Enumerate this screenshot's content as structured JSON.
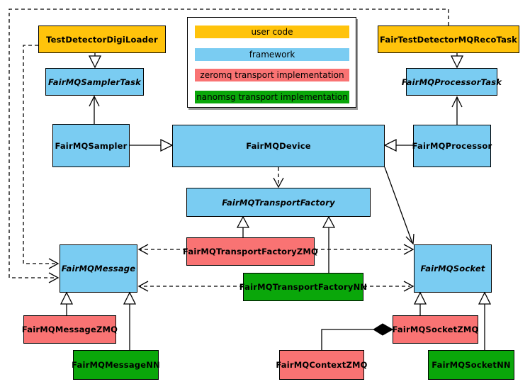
{
  "colors": {
    "user_code": "#ffc30b",
    "framework": "#7accf2",
    "zeromq": "#f97373",
    "nanomsg": "#0aa70a",
    "border": "#000000",
    "background": "#ffffff"
  },
  "legend": {
    "items": [
      {
        "label": "user code",
        "category": "user_code"
      },
      {
        "label": "framework",
        "category": "framework"
      },
      {
        "label": "zeromq transport implementation",
        "category": "zeromq"
      },
      {
        "label": "nanomsg transport implementation",
        "category": "nanomsg"
      }
    ]
  },
  "nodes": [
    {
      "label": "TestDetectorDigiLoader",
      "category": "user_code",
      "abstract": false
    },
    {
      "label": "FairTestDetectorMQRecoTask",
      "category": "user_code",
      "abstract": false
    },
    {
      "label": "FairMQSamplerTask",
      "category": "framework",
      "abstract": true
    },
    {
      "label": "FairMQProcessorTask",
      "category": "framework",
      "abstract": true
    },
    {
      "label": "FairMQSampler",
      "category": "framework",
      "abstract": false
    },
    {
      "label": "FairMQDevice",
      "category": "framework",
      "abstract": false
    },
    {
      "label": "FairMQProcessor",
      "category": "framework",
      "abstract": false
    },
    {
      "label": "FairMQTransportFactory",
      "category": "framework",
      "abstract": true
    },
    {
      "label": "FairMQTransportFactoryZMQ",
      "category": "zeromq",
      "abstract": false
    },
    {
      "label": "FairMQTransportFactoryNN",
      "category": "nanomsg",
      "abstract": false
    },
    {
      "label": "FairMQMessage",
      "category": "framework",
      "abstract": true
    },
    {
      "label": "FairMQSocket",
      "category": "framework",
      "abstract": true
    },
    {
      "label": "FairMQMessageZMQ",
      "category": "zeromq",
      "abstract": false
    },
    {
      "label": "FairMQMessageNN",
      "category": "nanomsg",
      "abstract": false
    },
    {
      "label": "FairMQContextZMQ",
      "category": "zeromq",
      "abstract": false
    },
    {
      "label": "FairMQSocketZMQ",
      "category": "zeromq",
      "abstract": false
    },
    {
      "label": "FairMQSocketNN",
      "category": "nanomsg",
      "abstract": false
    }
  ],
  "edges": [
    {
      "from": "TestDetectorDigiLoader",
      "to": "FairMQSamplerTask",
      "type": "inheritance"
    },
    {
      "from": "FairTestDetectorMQRecoTask",
      "to": "FairMQProcessorTask",
      "type": "inheritance"
    },
    {
      "from": "FairMQSampler",
      "to": "FairMQSamplerTask",
      "type": "association"
    },
    {
      "from": "FairMQProcessor",
      "to": "FairMQProcessorTask",
      "type": "association"
    },
    {
      "from": "FairMQSampler",
      "to": "FairMQDevice",
      "type": "inheritance"
    },
    {
      "from": "FairMQProcessor",
      "to": "FairMQDevice",
      "type": "inheritance"
    },
    {
      "from": "FairMQDevice",
      "to": "FairMQTransportFactory",
      "type": "dependency"
    },
    {
      "from": "FairMQDevice",
      "to": "FairMQSocket",
      "type": "association"
    },
    {
      "from": "FairMQTransportFactoryZMQ",
      "to": "FairMQTransportFactory",
      "type": "inheritance"
    },
    {
      "from": "FairMQTransportFactoryNN",
      "to": "FairMQTransportFactory",
      "type": "inheritance"
    },
    {
      "from": "FairMQTransportFactoryZMQ",
      "to": "FairMQMessage",
      "type": "dependency"
    },
    {
      "from": "FairMQTransportFactoryZMQ",
      "to": "FairMQSocket",
      "type": "dependency"
    },
    {
      "from": "FairMQTransportFactoryNN",
      "to": "FairMQMessage",
      "type": "dependency"
    },
    {
      "from": "FairMQTransportFactoryNN",
      "to": "FairMQSocket",
      "type": "dependency"
    },
    {
      "from": "TestDetectorDigiLoader",
      "to": "FairMQMessage",
      "type": "dependency"
    },
    {
      "from": "FairTestDetectorMQRecoTask",
      "to": "FairMQMessage",
      "type": "dependency"
    },
    {
      "from": "FairMQMessageZMQ",
      "to": "FairMQMessage",
      "type": "inheritance"
    },
    {
      "from": "FairMQMessageNN",
      "to": "FairMQMessage",
      "type": "inheritance"
    },
    {
      "from": "FairMQSocketZMQ",
      "to": "FairMQSocket",
      "type": "inheritance"
    },
    {
      "from": "FairMQSocketNN",
      "to": "FairMQSocket",
      "type": "inheritance"
    },
    {
      "from": "FairMQContextZMQ",
      "to": "FairMQSocketZMQ",
      "type": "composition"
    }
  ]
}
